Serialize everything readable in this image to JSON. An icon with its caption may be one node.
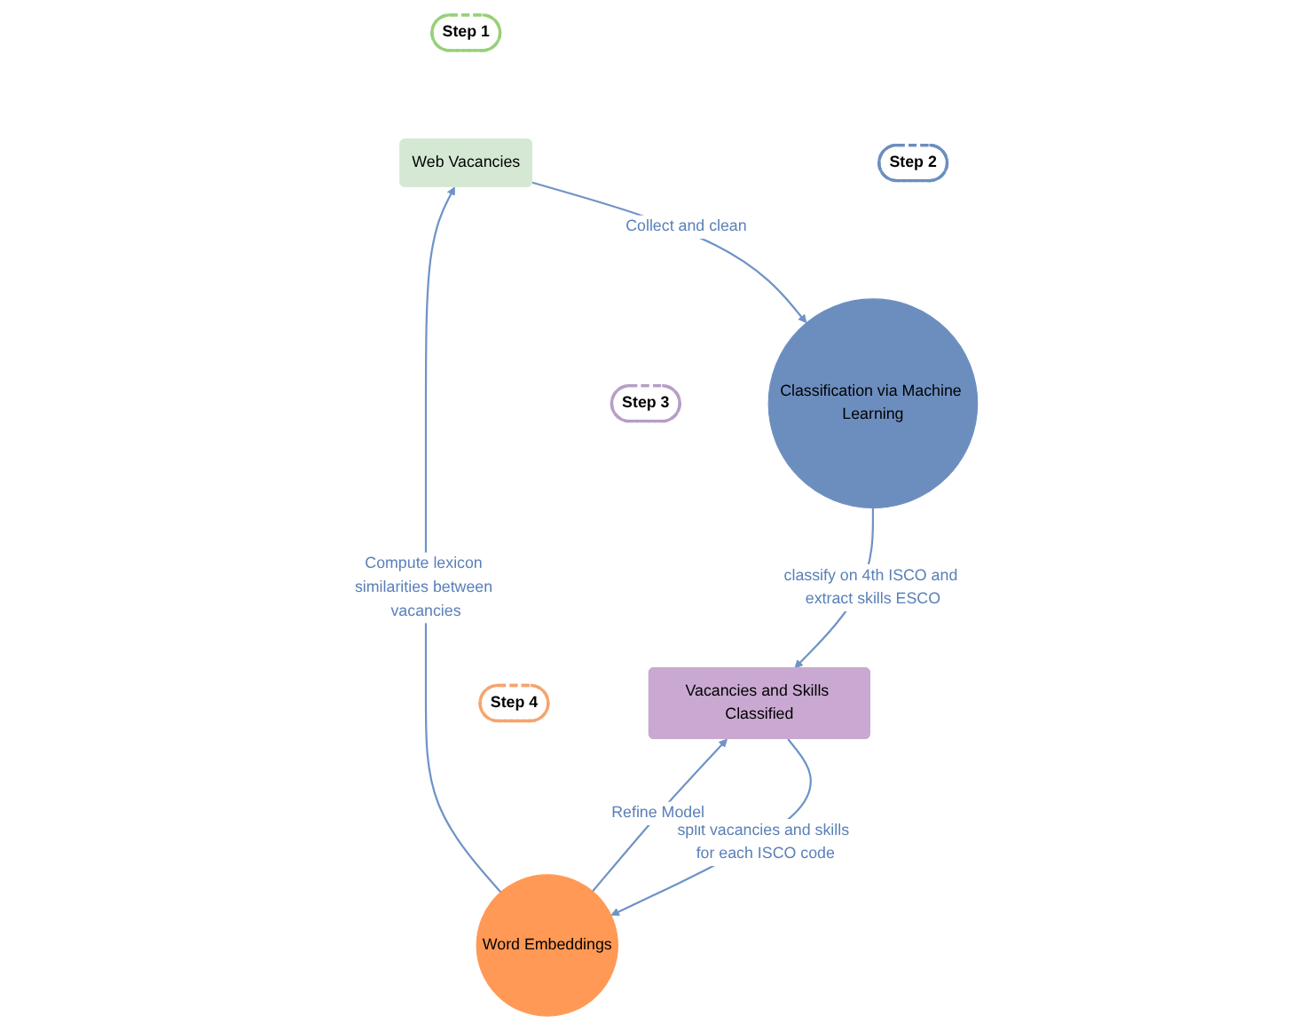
{
  "diagram": {
    "nodes": [
      {
        "text": [
          "Web Vacancies"
        ]
      },
      {
        "text": [
          "Step 1"
        ]
      },
      {
        "text": [
          "Classification via Machine Learning"
        ]
      },
      {
        "text": [
          "Step 2"
        ]
      },
      {
        "text": [
          "Vacancies and Skills Classified"
        ]
      },
      {
        "text": [
          "Step 3"
        ]
      },
      {
        "text": [
          "Word Embeddings"
        ]
      },
      {
        "text": [
          "Step 4"
        ]
      }
    ],
    "edges": [
      {
        "from": 0,
        "to": 2,
        "arrow": "to",
        "label": "Collect and clean"
      },
      {
        "from": 2,
        "to": 4,
        "arrow": "to",
        "label": "classify on 4th ISCO and extract skills ESCO"
      },
      {
        "from": 4,
        "to": 6,
        "arrow": "to",
        "label": "split vacancies and skills for each ISCO code"
      },
      {
        "from": 6,
        "to": 4,
        "arrow": "to",
        "label": "Refine Model"
      },
      {
        "from": 6,
        "to": 0,
        "arrow": "to",
        "label": "Compute lexicon similarities between vacancies"
      }
    ]
  }
}
